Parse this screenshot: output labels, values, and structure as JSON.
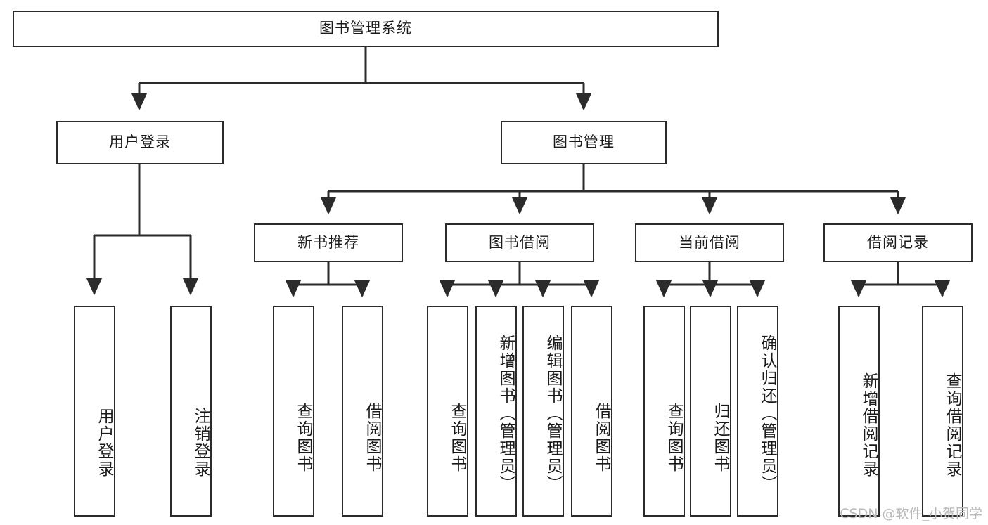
{
  "diagram": {
    "title": "图书管理系统",
    "type": "tree",
    "orientation": "top-down",
    "line_color": "#2b2b2b",
    "box_border_color": "#2b2b2b",
    "box_fill_color": "#ffffff",
    "background_color": "#ffffff"
  },
  "nodes": {
    "root": {
      "label": "图书管理系统",
      "level": 1
    },
    "l2": [
      {
        "id": "user-login",
        "label": "用户登录",
        "level": 2
      },
      {
        "id": "book-manage",
        "label": "图书管理",
        "level": 2
      }
    ],
    "l3": [
      {
        "id": "new-book-recommend",
        "label": "新书推荐",
        "level": 3
      },
      {
        "id": "book-borrow",
        "label": "图书借阅",
        "level": 3
      },
      {
        "id": "current-borrow",
        "label": "当前借阅",
        "level": 3
      },
      {
        "id": "borrow-record",
        "label": "借阅记录",
        "level": 3
      }
    ],
    "leaves": {
      "user_login": [
        {
          "id": "leaf-user-login",
          "label": "用户登录"
        },
        {
          "id": "leaf-logout-login",
          "label": "注销登录"
        }
      ],
      "new_book_recommend": [
        {
          "id": "leaf-query-book-1",
          "label": "查询图书"
        },
        {
          "id": "leaf-borrow-book-1",
          "label": "借阅图书"
        }
      ],
      "book_borrow": [
        {
          "id": "leaf-query-book-2",
          "label": "查询图书"
        },
        {
          "id": "leaf-add-book",
          "label": "新增图书（管理员）"
        },
        {
          "id": "leaf-edit-book",
          "label": "编辑图书（管理员）"
        },
        {
          "id": "leaf-borrow-book-2",
          "label": "借阅图书"
        }
      ],
      "current_borrow": [
        {
          "id": "leaf-query-book-3",
          "label": "查询图书"
        },
        {
          "id": "leaf-return-book",
          "label": "归还图书"
        },
        {
          "id": "leaf-confirm-return",
          "label": "确认归还（管理员）"
        }
      ],
      "borrow_record": [
        {
          "id": "leaf-add-record",
          "label": "新增借阅记录"
        },
        {
          "id": "leaf-query-record",
          "label": "查询借阅记录"
        }
      ]
    }
  },
  "watermark": {
    "text": "CSDN @软件_小贺同学"
  }
}
